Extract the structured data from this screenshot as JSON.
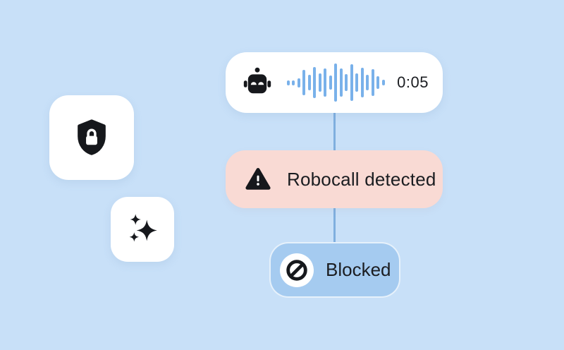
{
  "colors": {
    "background": "#c8e0f8",
    "card_white": "#ffffff",
    "card_pink": "#f9dad4",
    "card_blue": "#a5cbf0",
    "connector": "#7fafdf",
    "waveform": "#79b1ea",
    "icon_black": "#16181c",
    "text_dark": "#1b1d21"
  },
  "voice_card": {
    "icon": "robot-icon",
    "duration": "0:05",
    "waveform_bars": [
      7,
      7,
      13,
      36,
      22,
      44,
      26,
      40,
      20,
      54,
      40,
      24,
      52,
      26,
      42,
      22,
      38,
      18,
      8
    ]
  },
  "shield_badge": {
    "icon": "shield-lock-icon"
  },
  "sparkle_badge": {
    "icon": "sparkles-icon"
  },
  "alert_card": {
    "icon": "warning-triangle-icon",
    "label": "Robocall detected"
  },
  "blocked_card": {
    "icon": "block-icon",
    "label": "Blocked"
  }
}
